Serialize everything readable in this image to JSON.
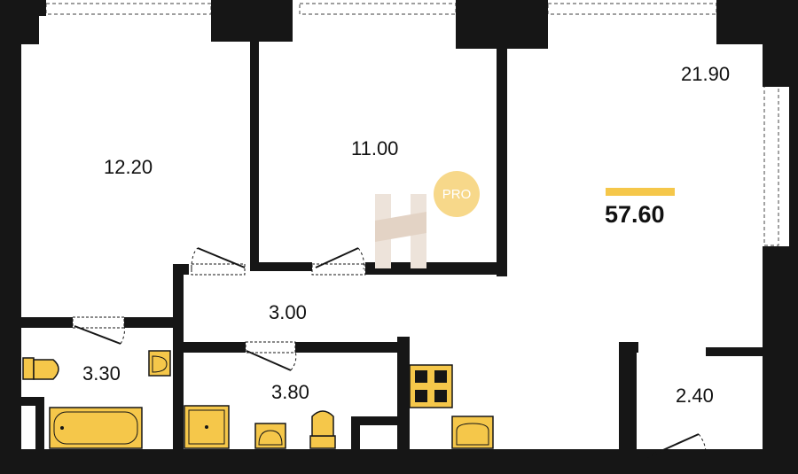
{
  "plan": {
    "total_area": "57.60",
    "badge": "PRO",
    "rooms": [
      {
        "id": "bedroom-1",
        "area": "12.20"
      },
      {
        "id": "bedroom-2",
        "area": "11.00"
      },
      {
        "id": "living-kitchen",
        "area": "21.90"
      },
      {
        "id": "hallway",
        "area": "3.00"
      },
      {
        "id": "bathroom",
        "area": "3.30"
      },
      {
        "id": "bathroom-2",
        "area": "3.80"
      },
      {
        "id": "storage",
        "area": "2.40"
      }
    ]
  },
  "colors": {
    "wall": "#161616",
    "fixture": "#f5c74a",
    "accent_bar": "#f5c74a",
    "badge": "#f7d88a",
    "watermark": "#e8dcd0"
  }
}
